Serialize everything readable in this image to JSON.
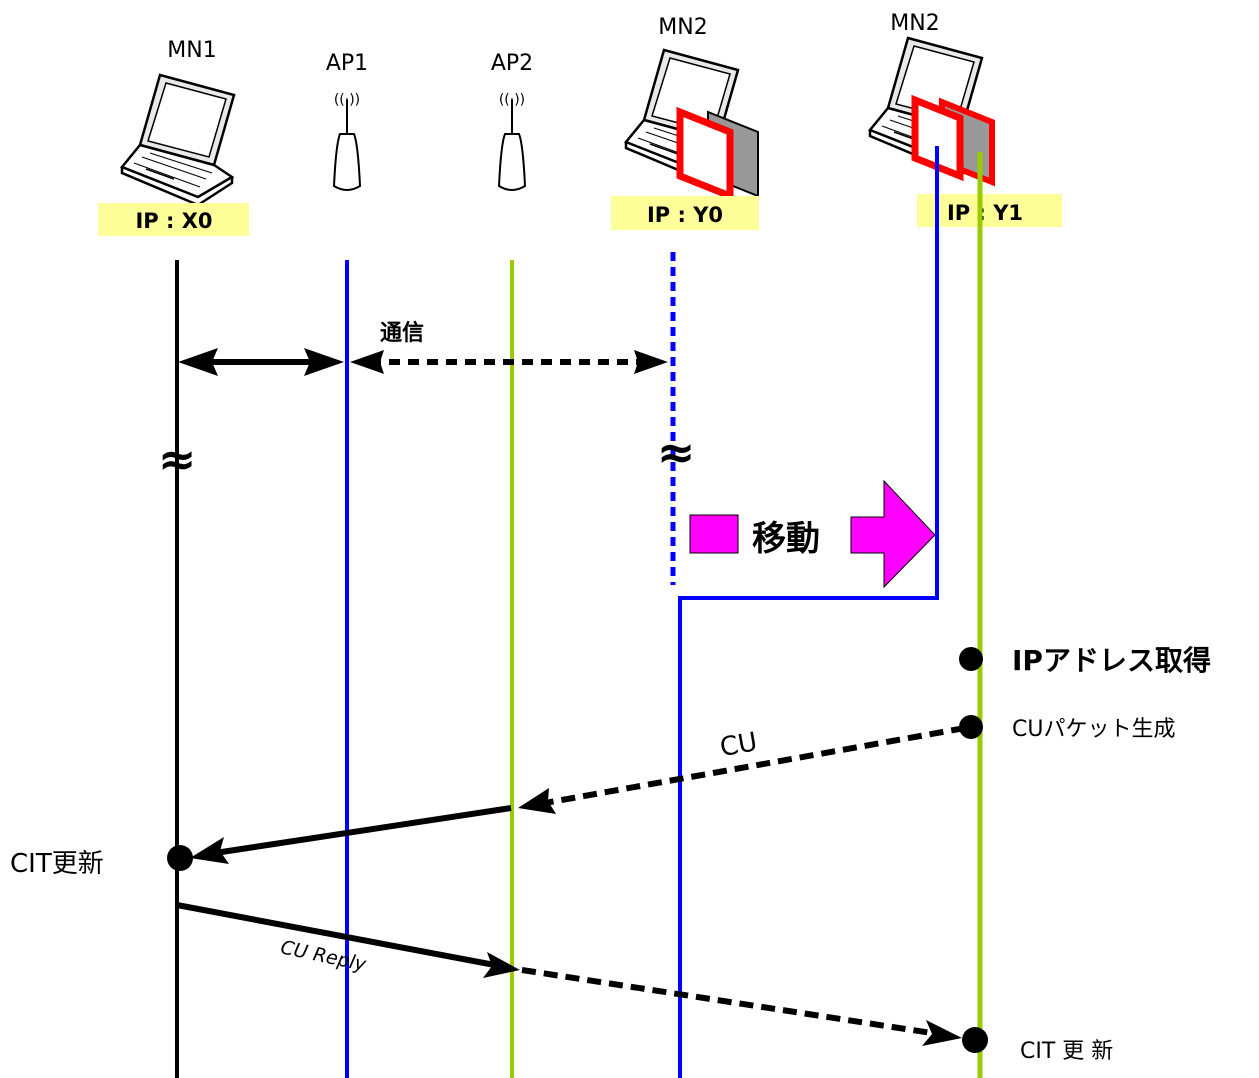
{
  "nodes": {
    "mn1": {
      "label": "MN1",
      "ip": "IP : X0"
    },
    "ap1": {
      "label": "AP1"
    },
    "ap2": {
      "label": "AP2"
    },
    "mn2_before": {
      "label": "MN2",
      "ip": "IP : Y0"
    },
    "mn2_after": {
      "label": "MN2",
      "ip": "IP : Y1"
    }
  },
  "labels": {
    "communication": "通信",
    "move": "移動",
    "break_symbol": "≈"
  },
  "events": {
    "ip_acquire": "IPアドレス取得",
    "cu_packet": "CUパケット生成",
    "cit_update_mn1": "CIT更新",
    "cit_update_mn2": "CIT 更 新"
  },
  "messages": {
    "cu": "CU",
    "cu_reply": "CU Reply"
  },
  "colors": {
    "mn1_line": "#000000",
    "ap1_line": "#0000ff",
    "ap2_line": "#99cc00",
    "ip_box": "#ffff99",
    "move_arrow": "#ff00ff",
    "card_red": "#ff0000",
    "card_gray": "#999999"
  },
  "icons": {
    "laptop": "laptop-icon",
    "access_point": "wireless-ap-icon",
    "network_card": "network-card-icon"
  }
}
